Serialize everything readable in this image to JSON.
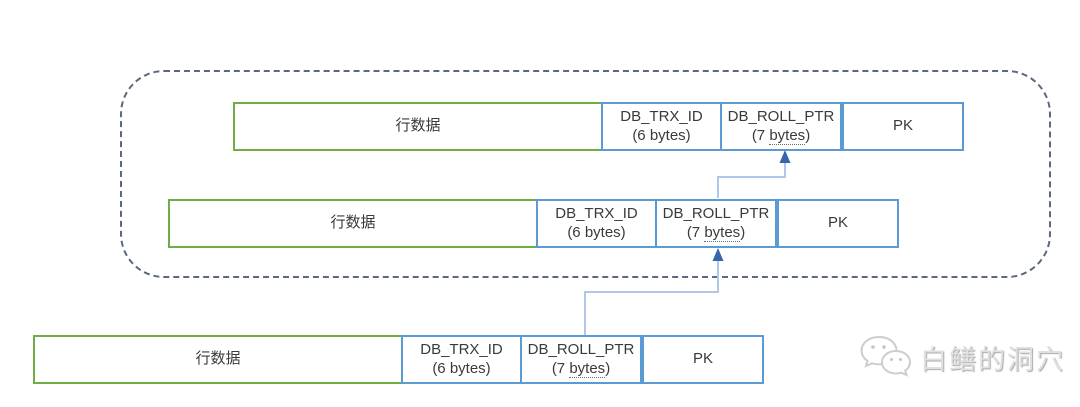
{
  "diagram": {
    "description_labels": {
      "row_data": "行数据",
      "trx_label": "DB_TRX_ID",
      "trx_sub": "(6 bytes)",
      "roll_label": "DB_ROLL_PTR",
      "roll_sub_open": "(7 ",
      "roll_sub_word": "bytes",
      "roll_sub_close": ")",
      "pk_label": "PK"
    },
    "rows": [
      {
        "cells": [
          {
            "label": "行数据"
          },
          {
            "label": "DB_TRX_ID",
            "sub": "(6 bytes)"
          },
          {
            "label": "DB_ROLL_PTR",
            "sub_open": "(7 ",
            "sub_word": "bytes",
            "sub_close": ")"
          },
          {
            "label": "PK"
          }
        ]
      },
      {
        "cells": [
          {
            "label": "行数据"
          },
          {
            "label": "DB_TRX_ID",
            "sub": "(6 bytes)"
          },
          {
            "label": "DB_ROLL_PTR",
            "sub_open": "(7 ",
            "sub_word": "bytes",
            "sub_close": ")"
          },
          {
            "label": "PK"
          }
        ]
      },
      {
        "cells": [
          {
            "label": "行数据"
          },
          {
            "label": "DB_TRX_ID",
            "sub": "(6 bytes)"
          },
          {
            "label": "DB_ROLL_PTR",
            "sub_open": "(7 ",
            "sub_word": "bytes",
            "sub_close": ")"
          },
          {
            "label": "PK"
          }
        ]
      }
    ],
    "colors": {
      "row_data_border": "#70ad47",
      "field_border": "#5b9bd5",
      "arrow_line": "#b0c6ea",
      "arrow_head": "#3465ad",
      "dashed_border": "#5a6880",
      "text_color": "#3a3a3a",
      "watermark_color": "#d8d8d8"
    }
  },
  "watermark": {
    "text": "白鳝的洞穴",
    "icon": "wechat-icon"
  }
}
